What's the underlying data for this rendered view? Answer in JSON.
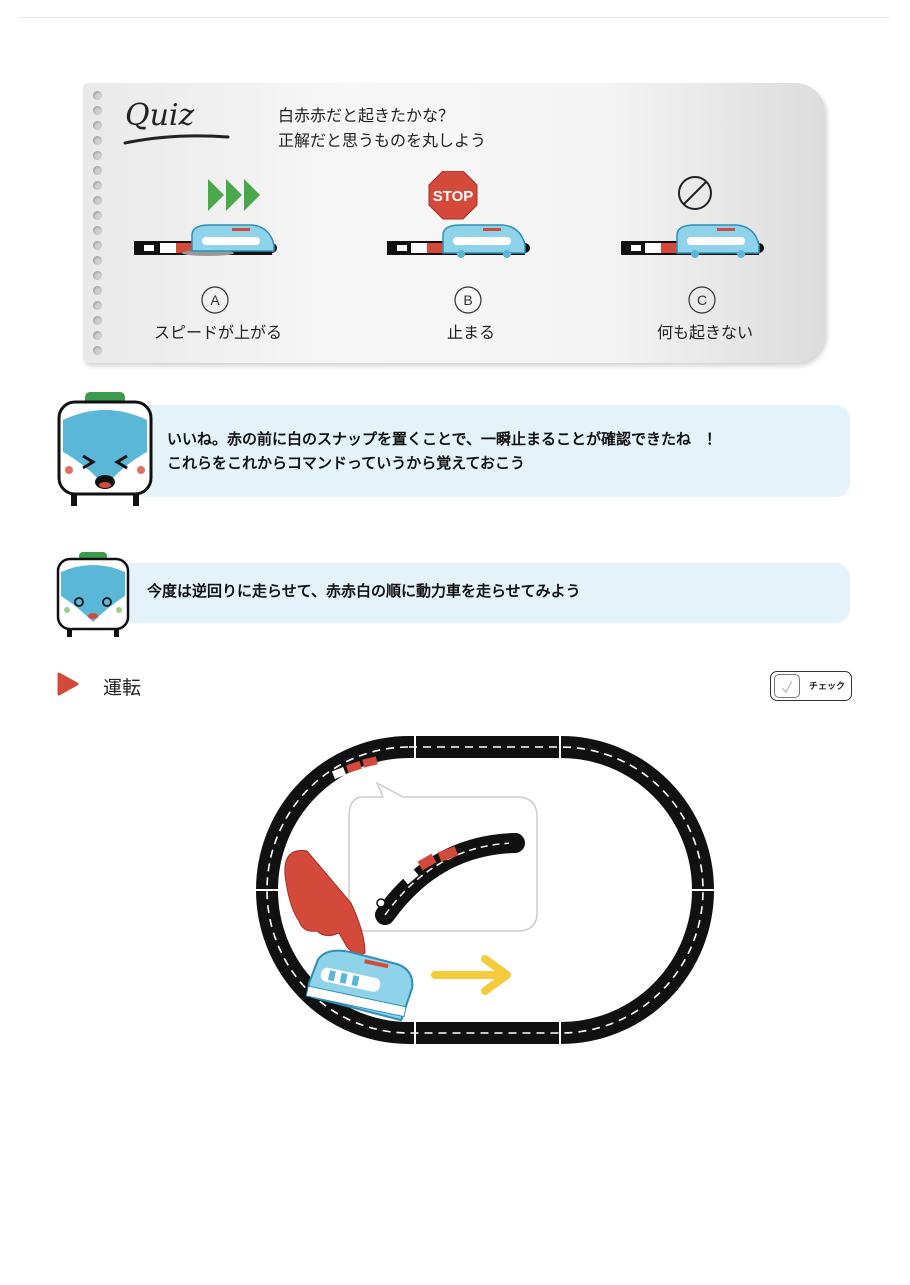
{
  "quiz": {
    "question_line1": "白赤赤だと起きたかな？",
    "question_line2": "正解だと思うものを丸しよう",
    "options": [
      {
        "letter": "A",
        "label": "スピードが上がる",
        "icon": "fast-forward-icon"
      },
      {
        "letter": "B",
        "label": "止まる",
        "icon": "stop-sign-icon",
        "sign_text": "STOP"
      },
      {
        "letter": "C",
        "label": "何も起きない",
        "icon": "no-symbol-icon"
      }
    ]
  },
  "dialog1": {
    "line1": "いいね。赤の前に白のスナップを置くことで、一瞬止まることが確認できたね　！",
    "line2": "これらをこれからコマンドっていうから覚えておこう"
  },
  "dialog2": {
    "text": "今度は逆回りに走らせて、赤赤白の順に動力車を走らせてみよう"
  },
  "section": {
    "title": "運転",
    "check_label": "チェック"
  },
  "colors": {
    "accent_red": "#d44a3a",
    "bubble_bg": "#e4f3f9",
    "train_blue": "#5bb7d8",
    "arrow_green": "#4aa84a",
    "arrow_yellow": "#f4cb3a",
    "mascot_green": "#3b9a4b"
  }
}
